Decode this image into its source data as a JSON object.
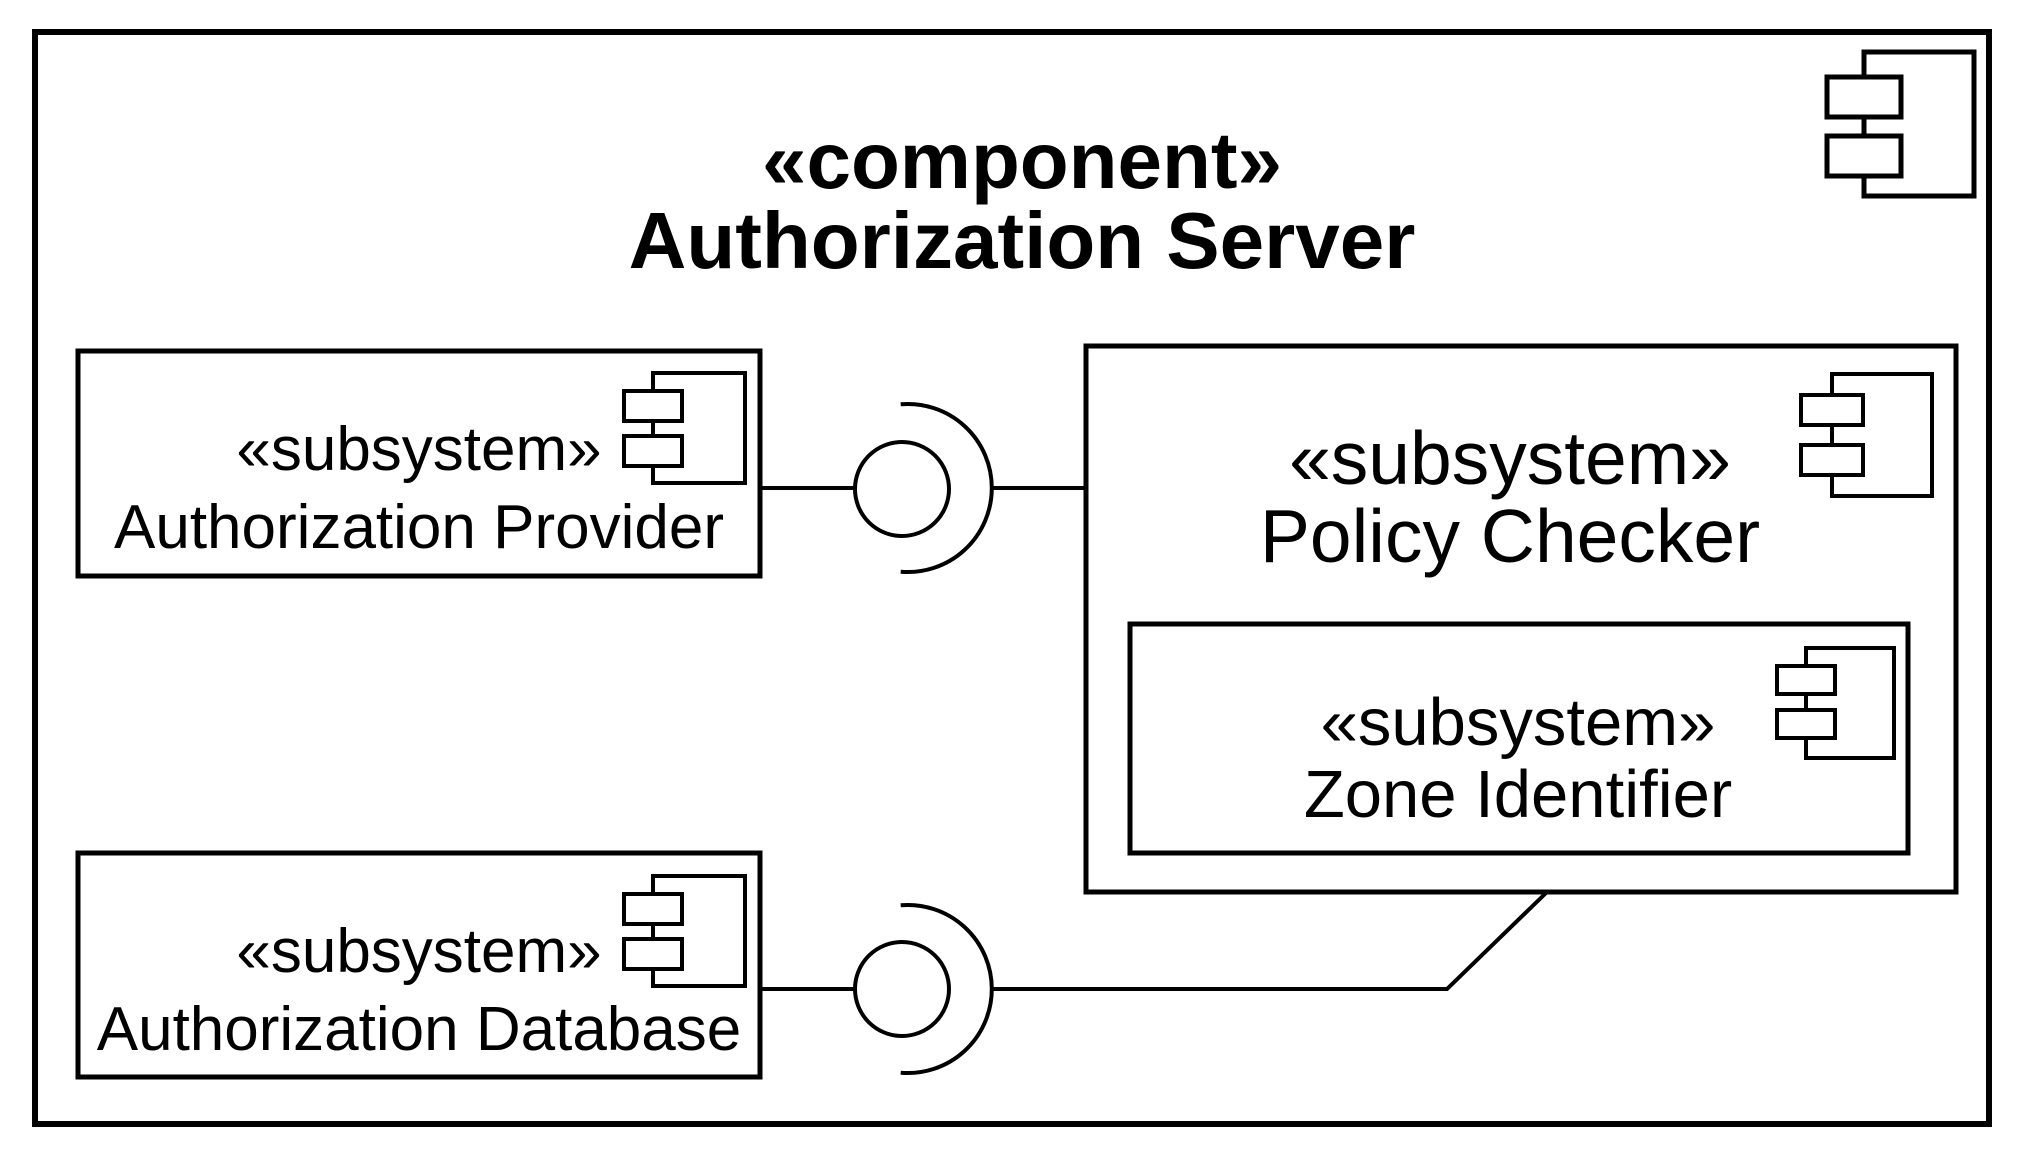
{
  "diagram": {
    "type": "UML component diagram",
    "background_color": "#ffffff",
    "line_color": "#000000",
    "component": {
      "stereotype": "«component»",
      "name": "Authorization Server",
      "icon": "uml-component-icon"
    },
    "subsystems": {
      "provider": {
        "stereotype": "«subsystem»",
        "name": "Authorization Provider",
        "icon": "uml-component-icon"
      },
      "policy_checker": {
        "stereotype": "«subsystem»",
        "name": "Policy Checker",
        "icon": "uml-component-icon"
      },
      "zone_identifier": {
        "stereotype": "«subsystem»",
        "name": "Zone Identifier",
        "icon": "uml-component-icon",
        "nested_in": "Policy Checker"
      },
      "database": {
        "stereotype": "«subsystem»",
        "name": "Authorization Database",
        "icon": "uml-component-icon"
      }
    },
    "connectors": [
      {
        "type": "ball-and-socket",
        "provider": "Authorization Provider",
        "consumer": "Policy Checker"
      },
      {
        "type": "ball-and-socket",
        "provider": "Authorization Database",
        "consumer": "Policy Checker"
      }
    ]
  }
}
